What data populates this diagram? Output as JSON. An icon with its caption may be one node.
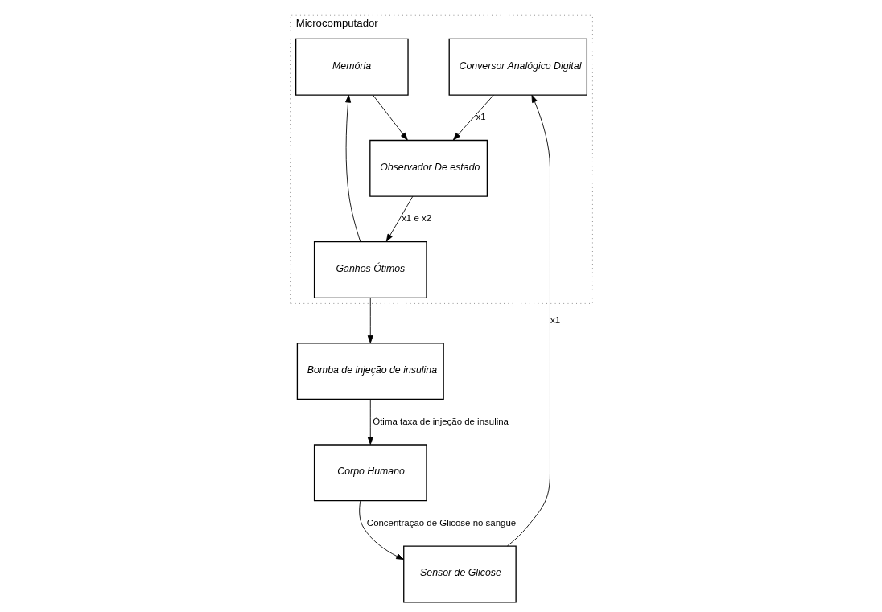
{
  "diagram": {
    "nodes": [
      {
        "text": [
          "Corpo Humano"
        ]
      },
      {
        "text": [
          "Bomba de injeção de insulina"
        ]
      },
      {
        "text": [
          "Sensor de Glicose"
        ]
      },
      {
        "text": [
          "Microcomputador"
        ]
      },
      {
        "text": [
          "Memória"
        ],
        "in": 3
      },
      {
        "text": [
          "Ganhos Ótimos"
        ],
        "in": 3
      },
      {
        "text": [
          "Observador De estado"
        ],
        "in": 3
      },
      {
        "text": [
          "Conversor Analógico Digital"
        ],
        "in": 3
      }
    ],
    "edges": [
      {
        "from": 1,
        "to": 0,
        "arrow": "to",
        "label": "Ótima taxa de injeção de insulina"
      },
      {
        "from": 0,
        "to": 2,
        "arrow": "to",
        "label": "Concentração de Glicose no sangue"
      },
      {
        "from": 2,
        "to": 7,
        "arrow": "to",
        "label": "x1"
      },
      {
        "from": 7,
        "to": 6,
        "arrow": "to",
        "label": "x1"
      },
      {
        "from": 6,
        "to": 5,
        "arrow": "to",
        "label": "x1 e x2"
      },
      {
        "from": 5,
        "to": 1,
        "arrow": "to"
      },
      {
        "from": 5,
        "to": 4,
        "arrow": "to"
      },
      {
        "from": 4,
        "to": 6,
        "arrow": "to"
      }
    ]
  }
}
